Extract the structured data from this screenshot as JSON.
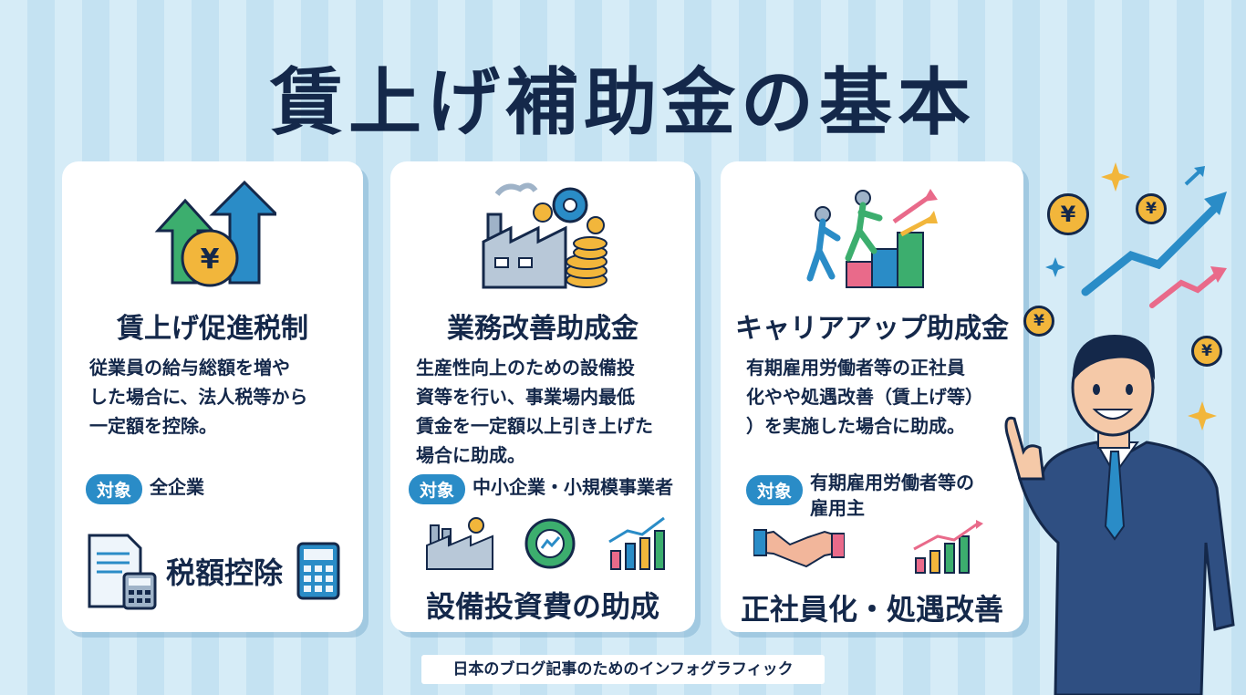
{
  "title": "賃上げ補助金の基本",
  "cards": [
    {
      "title": "賃上げ促進税制",
      "description": [
        "従業員の給与総額を増や",
        "した場合に、法人税等から",
        "一定額を控除。"
      ],
      "target_label": "対象",
      "target_value": [
        "全企業"
      ],
      "footer": "税額控除",
      "icons": [
        "arrows-yen-icon",
        "document-icon",
        "calculator-icon"
      ]
    },
    {
      "title": "業務改善助成金",
      "description": [
        "生産性向上のための設備投",
        "資等を行い、事業場内最低",
        "賃金を一定額以上引き上げた",
        "場合に助成。"
      ],
      "target_label": "対象",
      "target_value": [
        "中小企業・小規模事業者"
      ],
      "footer": "設備投資費の助成",
      "icons": [
        "factory-coins-icon",
        "factory-icon",
        "gear-icon",
        "bar-chart-icon"
      ]
    },
    {
      "title": "キャリアアップ助成金",
      "description": [
        "有期雇用労働者等の正社員",
        "化やや処遇改善（賃上げ等）",
        "）を実施した場合に助成。"
      ],
      "target_label": "対象",
      "target_value": [
        "有期雇用労働者等の",
        "雇用主"
      ],
      "footer": "正社員化・処遇改善",
      "icons": [
        "climbing-people-icon",
        "handshake-icon",
        "bar-chart-icon"
      ]
    }
  ],
  "caption": "日本のブログ記事のためのインフォグラフィック",
  "colors": {
    "navy": "#14284a",
    "accent_blue": "#2a8cc7",
    "green": "#3cae6e",
    "gold": "#f2b63b",
    "pink": "#e96a8a"
  }
}
